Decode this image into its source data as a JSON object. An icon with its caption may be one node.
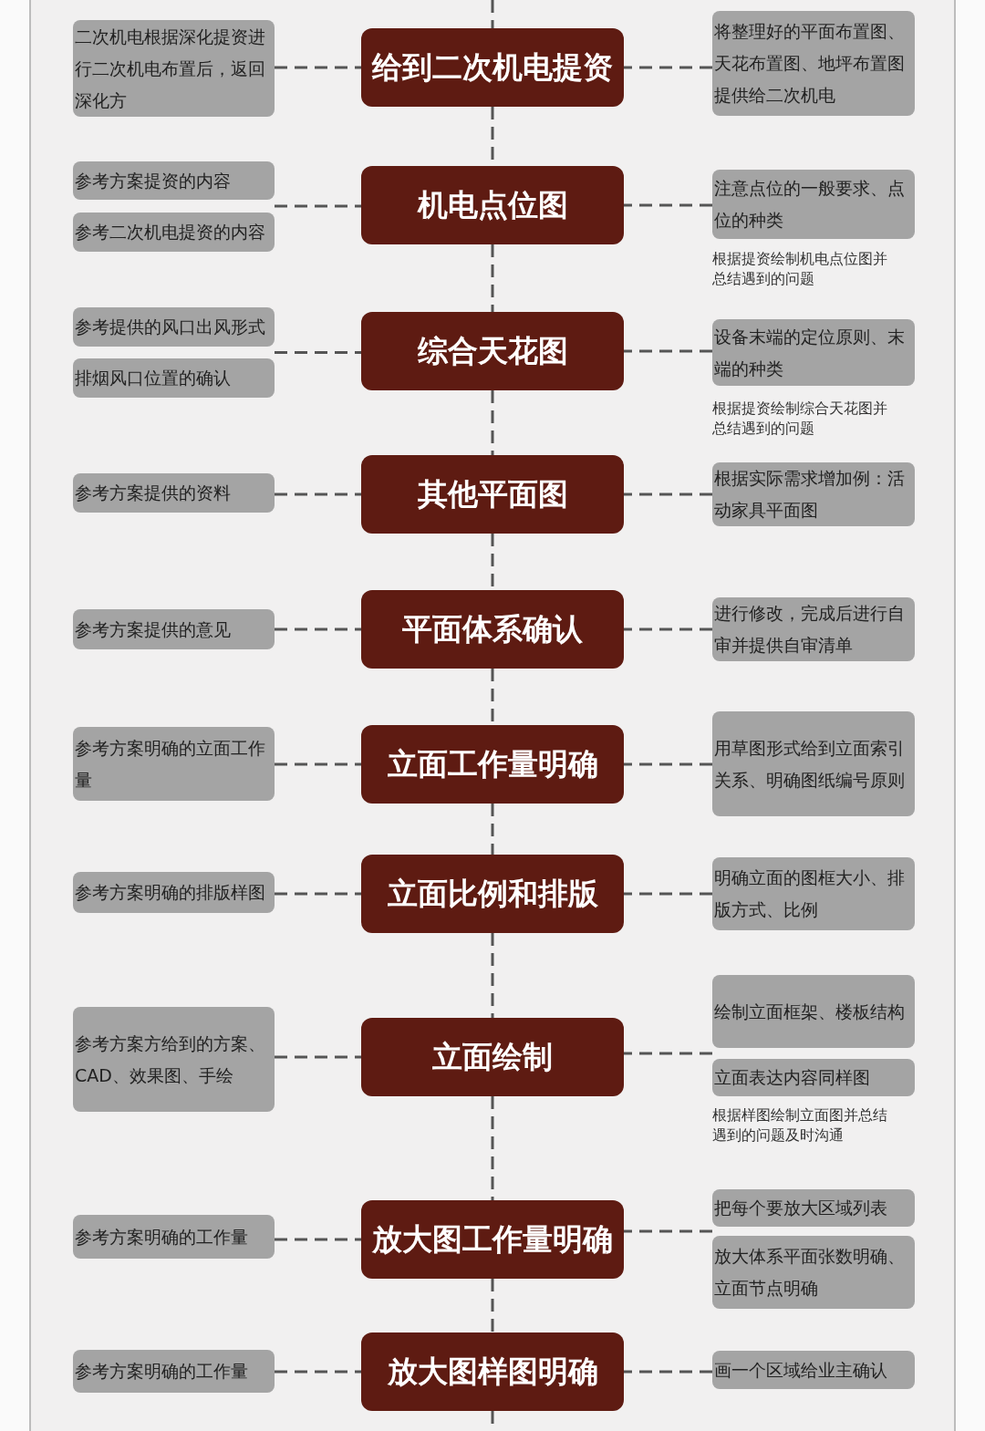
{
  "diagram": {
    "nodes": [
      {
        "text": [
          "二次机电根据深化提资进行二次机电布置后，返回深化方"
        ]
      },
      {
        "text": [
          "给到二次机电提资"
        ]
      },
      {
        "text": [
          "将整理好的平面布置图、天花布置图、地坪布置图提供给二次机电"
        ]
      },
      {
        "text": [
          "参考方案提资的内容"
        ]
      },
      {
        "text": [
          "参考二次机电提资的内容"
        ]
      },
      {
        "text": [
          "机电点位图"
        ]
      },
      {
        "text": [
          "注意点位的一般要求、点位的种类"
        ],
        "beside": [
          "根据提资绘制机电点位图并总结遇到的问题"
        ]
      },
      {
        "text": [
          "参考提供的风口出风形式"
        ]
      },
      {
        "text": [
          "排烟风口位置的确认"
        ]
      },
      {
        "text": [
          "综合天花图"
        ]
      },
      {
        "text": [
          "设备末端的定位原则、末端的种类"
        ],
        "beside": [
          "根据提资绘制综合天花图并总结遇到的问题"
        ]
      },
      {
        "text": [
          "参考方案提供的资料"
        ]
      },
      {
        "text": [
          "其他平面图"
        ]
      },
      {
        "text": [
          "根据实际需求增加例：活动家具平面图"
        ]
      },
      {
        "text": [
          "参考方案提供的意见"
        ]
      },
      {
        "text": [
          "平面体系确认"
        ]
      },
      {
        "text": [
          "进行修改，完成后进行自审并提供自审清单"
        ]
      },
      {
        "text": [
          "参考方案明确的立面工作量"
        ]
      },
      {
        "text": [
          "立面工作量明确"
        ]
      },
      {
        "text": [
          "用草图形式给到立面索引关系、明确图纸编号原则"
        ]
      },
      {
        "text": [
          "参考方案明确的排版样图"
        ]
      },
      {
        "text": [
          "立面比例和排版"
        ]
      },
      {
        "text": [
          "明确立面的图框大小、排版方式、比例"
        ]
      },
      {
        "text": [
          "参考方案方给到的方案、CAD、效果图、手绘"
        ]
      },
      {
        "text": [
          "立面绘制"
        ]
      },
      {
        "text": [
          "绘制立面框架、楼板结构"
        ]
      },
      {
        "text": [
          "立面表达内容同样图"
        ],
        "beside": [
          "根据样图绘制立面图并总结遇到的问题及时沟通"
        ]
      },
      {
        "text": [
          "参考方案明确的工作量"
        ]
      },
      {
        "text": [
          "放大图工作量明确"
        ]
      },
      {
        "text": [
          "把每个要放大区域列表"
        ]
      },
      {
        "text": [
          "放大体系平面张数明确、立面节点明确"
        ]
      },
      {
        "text": [
          "参考方案明确的工作量"
        ]
      },
      {
        "text": [
          "放大图样图明确"
        ]
      },
      {
        "text": [
          "画一个区域给业主确认"
        ]
      }
    ],
    "edges": [
      {
        "from": null,
        "to": 1,
        "arrow": "none",
        "style": "dashed"
      },
      {
        "from": 1,
        "to": 5,
        "arrow": "none",
        "style": "dashed"
      },
      {
        "from": 5,
        "to": 9,
        "arrow": "none",
        "style": "dashed"
      },
      {
        "from": 9,
        "to": 12,
        "arrow": "none",
        "style": "dashed"
      },
      {
        "from": 12,
        "to": 15,
        "arrow": "none",
        "style": "dashed"
      },
      {
        "from": 15,
        "to": 18,
        "arrow": "none",
        "style": "dashed"
      },
      {
        "from": 18,
        "to": 21,
        "arrow": "none",
        "style": "dashed"
      },
      {
        "from": 21,
        "to": 24,
        "arrow": "none",
        "style": "dashed"
      },
      {
        "from": 24,
        "to": 28,
        "arrow": "none",
        "style": "dashed"
      },
      {
        "from": 28,
        "to": 32,
        "arrow": "none",
        "style": "dashed"
      },
      {
        "from": 32,
        "to": null,
        "arrow": "none",
        "style": "dashed"
      },
      {
        "from": 0,
        "to": 1,
        "arrow": "none",
        "style": "dashed"
      },
      {
        "from": 1,
        "to": 2,
        "arrow": "none",
        "style": "dashed"
      },
      {
        "from": 3,
        "to": 5,
        "arrow": "none",
        "style": "dashed"
      },
      {
        "from": 4,
        "to": 5,
        "arrow": "none",
        "style": "dashed"
      },
      {
        "from": 5,
        "to": 6,
        "arrow": "none",
        "style": "dashed"
      },
      {
        "from": 7,
        "to": 9,
        "arrow": "none",
        "style": "dashed"
      },
      {
        "from": 8,
        "to": 9,
        "arrow": "none",
        "style": "dashed"
      },
      {
        "from": 9,
        "to": 10,
        "arrow": "none",
        "style": "dashed"
      },
      {
        "from": 11,
        "to": 12,
        "arrow": "none",
        "style": "dashed"
      },
      {
        "from": 12,
        "to": 13,
        "arrow": "none",
        "style": "dashed"
      },
      {
        "from": 14,
        "to": 15,
        "arrow": "none",
        "style": "dashed"
      },
      {
        "from": 15,
        "to": 16,
        "arrow": "none",
        "style": "dashed"
      },
      {
        "from": 17,
        "to": 18,
        "arrow": "none",
        "style": "dashed"
      },
      {
        "from": 18,
        "to": 19,
        "arrow": "none",
        "style": "dashed"
      },
      {
        "from": 20,
        "to": 21,
        "arrow": "none",
        "style": "dashed"
      },
      {
        "from": 21,
        "to": 22,
        "arrow": "none",
        "style": "dashed"
      },
      {
        "from": 23,
        "to": 24,
        "arrow": "none",
        "style": "dashed"
      },
      {
        "from": 24,
        "to": 25,
        "arrow": "none",
        "style": "dashed"
      },
      {
        "from": 24,
        "to": 26,
        "arrow": "none",
        "style": "dashed"
      },
      {
        "from": 27,
        "to": 28,
        "arrow": "none",
        "style": "dashed"
      },
      {
        "from": 28,
        "to": 29,
        "arrow": "none",
        "style": "dashed"
      },
      {
        "from": 28,
        "to": 30,
        "arrow": "none",
        "style": "dashed"
      },
      {
        "from": 31,
        "to": 32,
        "arrow": "none",
        "style": "dashed"
      },
      {
        "from": 32,
        "to": 33,
        "arrow": "none",
        "style": "dashed"
      }
    ]
  }
}
